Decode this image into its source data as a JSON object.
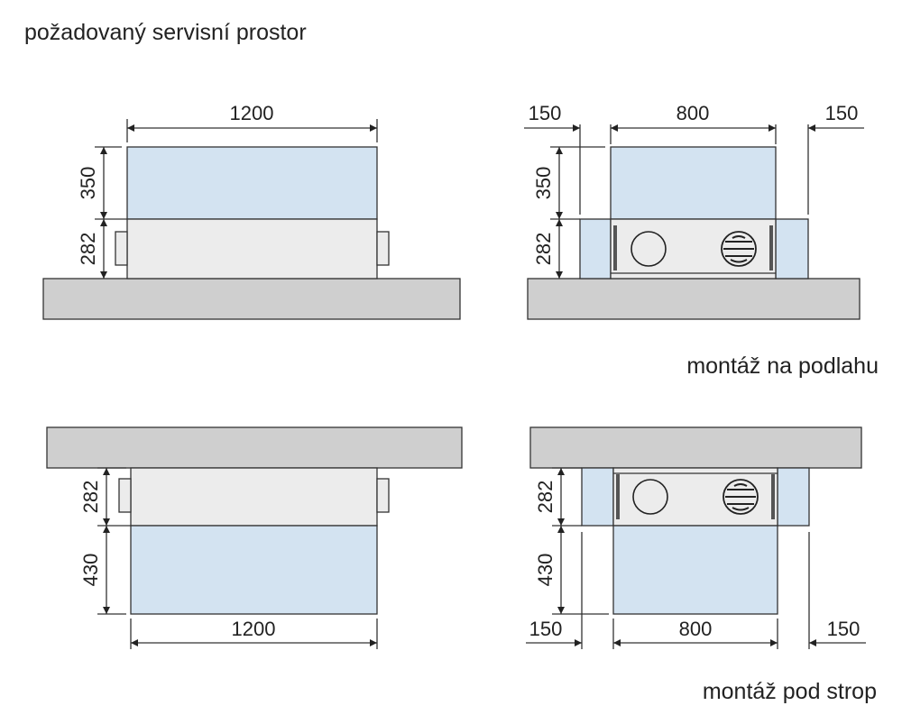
{
  "title": "požadovaný servisní prostor",
  "floor_mount": {
    "caption": "montáž na podlahu",
    "side_view": {
      "width": "1200",
      "service_height": "350",
      "unit_height": "282"
    },
    "front_view": {
      "left_clearance": "150",
      "width": "800",
      "right_clearance": "150",
      "service_height": "350",
      "unit_height": "282"
    }
  },
  "ceiling_mount": {
    "caption": "montáž pod strop",
    "side_view": {
      "width": "1200",
      "service_height": "430",
      "unit_height": "282"
    },
    "front_view": {
      "left_clearance": "150",
      "width": "800",
      "right_clearance": "150",
      "service_height": "430",
      "unit_height": "282"
    }
  },
  "colors": {
    "service_space": "#d3e3f1",
    "unit": "#ececec",
    "slab": "#cfcfcf"
  }
}
